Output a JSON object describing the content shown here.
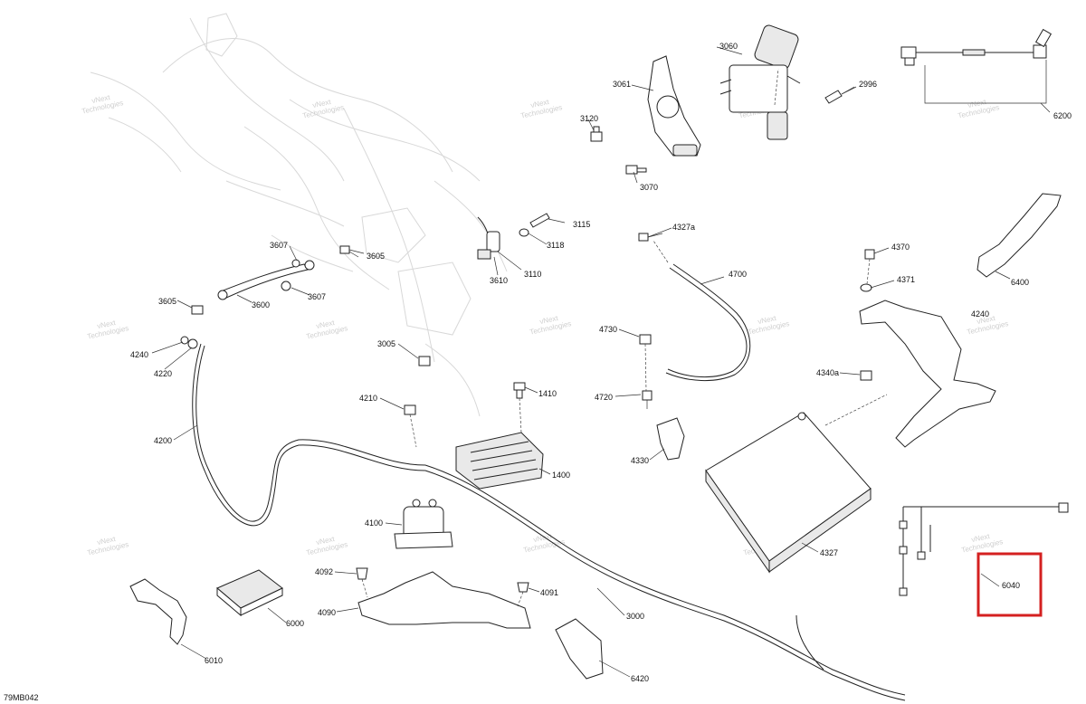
{
  "diagram_code": "79MB042",
  "watermark": {
    "line1": "vNext",
    "line2": "Technologies"
  },
  "highlight": {
    "color": "#d42020",
    "label": "6040"
  },
  "callouts": {
    "c3060": "3060",
    "c3061": "3061",
    "c2996": "2996",
    "c6200": "6200",
    "c3120": "3120",
    "c3070": "3070",
    "c3115": "3115",
    "c3118": "3118",
    "c4327a": "4327a",
    "c4370": "4370",
    "c3607a": "3607",
    "c3605a": "3605",
    "c3610": "3610",
    "c3110": "3110",
    "c4700": "4700",
    "c4371": "4371",
    "c6400": "6400",
    "c3607b": "3607",
    "c3605b": "3605",
    "c3600": "3600",
    "c4240a": "4240",
    "c4240b": "4240",
    "c4220": "4220",
    "c3005": "3005",
    "c4730": "4730",
    "c4340a": "4340a",
    "c4210": "4210",
    "c1410": "1410",
    "c4720": "4720",
    "c4200": "4200",
    "c4330": "4330",
    "c1400": "1400",
    "c4100": "4100",
    "c4327": "4327",
    "c4092": "4092",
    "c4091": "4091",
    "c4090": "4090",
    "c3000": "3000",
    "c6000": "6000",
    "c6010": "6010",
    "c6420": "6420"
  }
}
